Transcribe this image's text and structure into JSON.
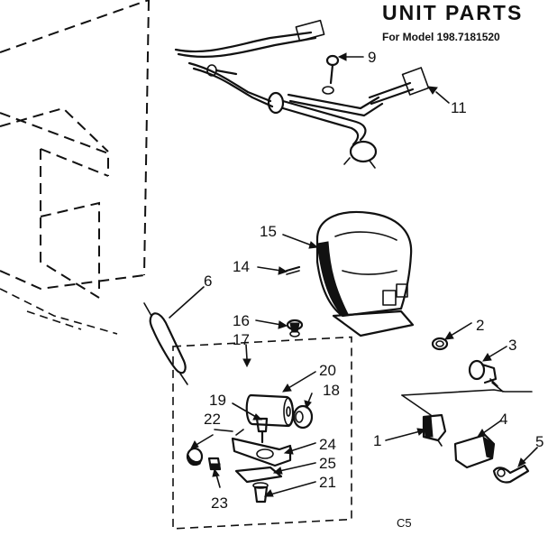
{
  "title": "UNIT PARTS",
  "subtitle": "For Model 198.7181520",
  "page_code": "C5",
  "callouts": {
    "p1": "1",
    "p2": "2",
    "p3": "3",
    "p4": "4",
    "p5": "5",
    "p6": "6",
    "p9": "9",
    "p11": "11",
    "p14": "14",
    "p15": "15",
    "p16": "16",
    "p17": "17",
    "p18": "18",
    "p19": "19",
    "p20": "20",
    "p21": "21",
    "p22": "22",
    "p23": "23",
    "p24": "24",
    "p25": "25"
  }
}
